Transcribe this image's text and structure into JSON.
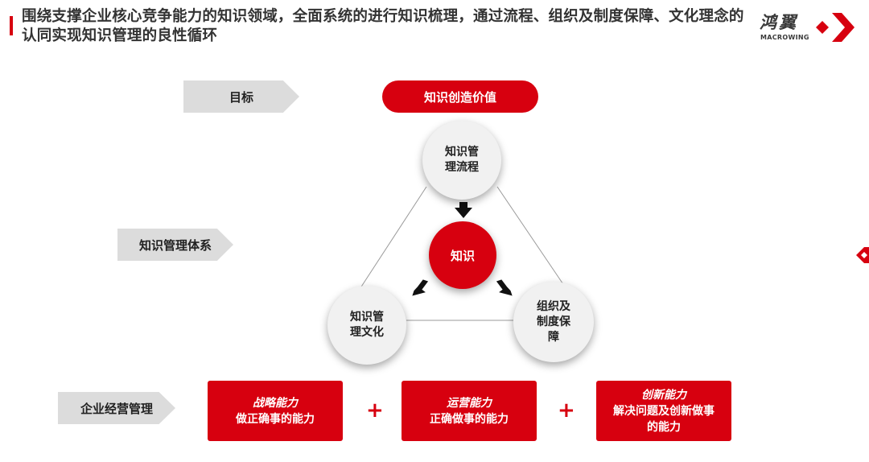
{
  "header": {
    "headline": "围绕支撑企业核心竞争能力的知识领域，全面系统的进行知识梳理，通过流程、组织及制度保障、文化理念的认同实现知识管理的良性循环"
  },
  "logo": {
    "name_cn": "鸿翼",
    "name_en": "MACROWING"
  },
  "labels": {
    "goal": "目标",
    "system": "知识管理体系",
    "business": "企业经营管理"
  },
  "goal": {
    "text": "知识创造价值"
  },
  "center": {
    "text": "知识"
  },
  "nodes": {
    "process": {
      "line1": "知识管",
      "line2": "理流程",
      "line3": ""
    },
    "culture": {
      "line1": "知识管",
      "line2": "理文化",
      "line3": ""
    },
    "org": {
      "line1": "组织及",
      "line2": "制度保",
      "line3": "障"
    }
  },
  "capabilities": [
    {
      "title": "战略能力",
      "desc1": "做正确事的能力",
      "desc2": ""
    },
    {
      "title": "运营能力",
      "desc1": "正确做事的能力",
      "desc2": ""
    },
    {
      "title": "创新能力",
      "desc1": "解决问题及创新做事",
      "desc2": "的能力"
    }
  ],
  "plus_symbol": "+",
  "colors": {
    "brand_red": "#d7000f",
    "label_gray": "#dcdcdc",
    "text_dark": "#333333"
  }
}
